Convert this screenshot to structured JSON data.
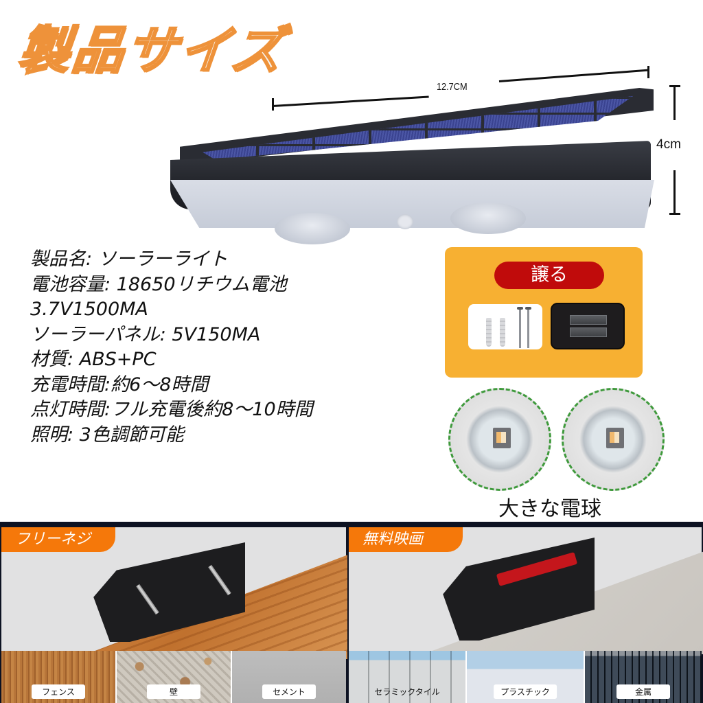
{
  "header": {
    "title": "製品サイズ"
  },
  "product_dimensions": {
    "width_label": "12.7CM",
    "height_label": "4cm"
  },
  "specs": [
    "製品名: ソーラーライト",
    "電池容量: 18650リチウム電池",
    "3.7V1500MA",
    "ソーラーパネル: 5V150MA",
    "材質: ABS+PC",
    "充電時間:約6～8時間",
    "点灯時間:フル充電後約8～10時間",
    "照明: 3色調節可能"
  ],
  "accessories": {
    "badge_label": "譲る",
    "items": [
      "screws-and-anchors",
      "adhesive-pads"
    ],
    "colors": {
      "card": "#f7b032",
      "badge": "#c00b0b"
    }
  },
  "bulbs": {
    "caption": "大きな電球"
  },
  "panels": [
    {
      "tag": "フリーネジ",
      "surfaces": [
        "フェンス",
        "壁",
        "セメント"
      ]
    },
    {
      "tag": "無料映画",
      "surfaces": [
        "セラミックタイル",
        "プラスチック",
        "金属"
      ]
    }
  ],
  "colors": {
    "title_stroke": "#ee923a",
    "panel_tag": "#f5780a",
    "panel_border": "#0d1222",
    "bulb_ring": "#3f9a3c"
  }
}
